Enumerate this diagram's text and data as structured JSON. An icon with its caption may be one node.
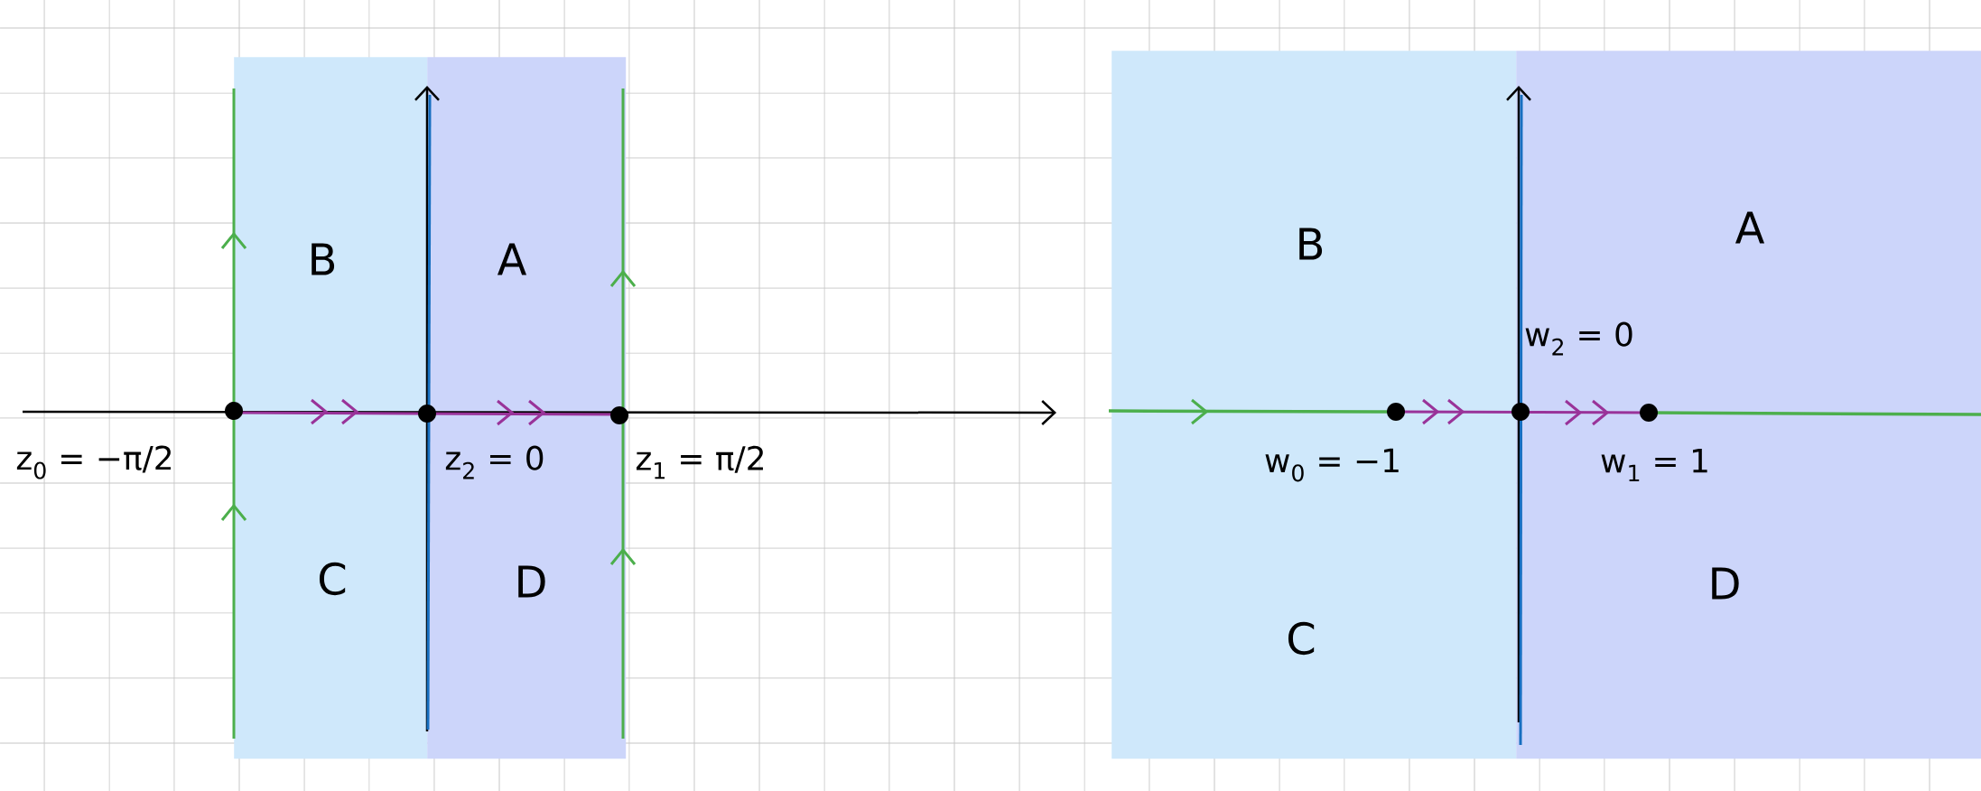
{
  "diagram": {
    "nodes": [
      {
        "text": [
          "B",
          "C"
        ]
      },
      {
        "text": [
          "A",
          "D"
        ]
      },
      {
        "text": [
          "B",
          "C"
        ]
      },
      {
        "text": [
          "A",
          "D"
        ]
      }
    ],
    "labels": [
      "z$_{0}$ = −π/2",
      "z$_{2}$ = 0",
      "z$_{1}$ = π/2",
      "w$_{2}$ = 0",
      "w$_{0}$ = −1",
      "w$_{1}$ = 1"
    ]
  }
}
